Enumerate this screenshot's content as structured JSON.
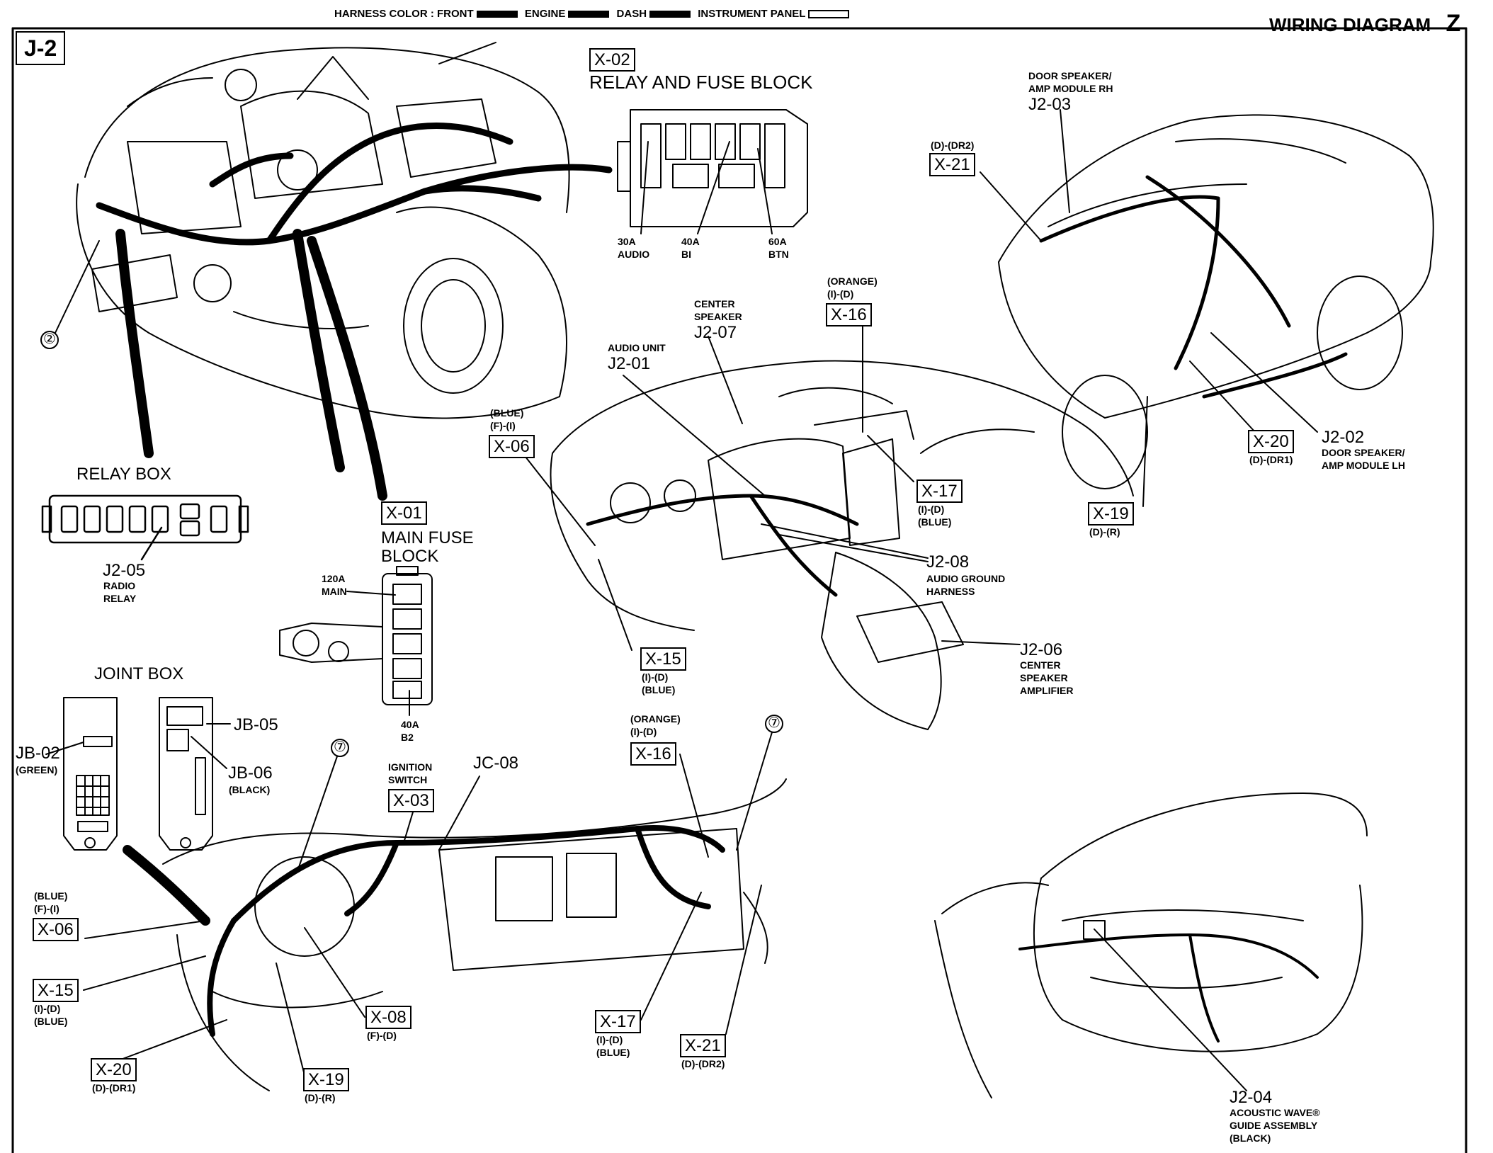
{
  "header": {
    "harness_color_label": "HARNESS COLOR :",
    "front": "FRONT",
    "engine": "ENGINE",
    "dash": "DASH",
    "instrument_panel": "INSTRUMENT PANEL",
    "title": "WIRING DIAGRAM",
    "section": "Z"
  },
  "sheet_label": "J-2",
  "relay_fuse_block": {
    "id": "X-02",
    "title": "RELAY AND FUSE BLOCK",
    "fuse_30a": "30A",
    "fuse_30a_name": "AUDIO",
    "fuse_40a": "40A",
    "fuse_40a_name": "BI",
    "fuse_60a": "60A",
    "fuse_60a_name": "BTN"
  },
  "relay_box": {
    "title": "RELAY BOX",
    "id": "J2-05",
    "name_1": "RADIO",
    "name_2": "RELAY"
  },
  "main_fuse_block": {
    "id": "X-01",
    "title_1": "MAIN FUSE",
    "title_2": "BLOCK",
    "main_rating": "120A",
    "main_name": "MAIN",
    "b2_rating": "40A",
    "b2_name": "B2"
  },
  "joint_box": {
    "title": "JOINT BOX",
    "jb02": "JB-02",
    "jb02_color": "(GREEN)",
    "jb05": "JB-05",
    "jb06": "JB-06",
    "jb06_color": "(BLACK)"
  },
  "engine_bay": {
    "callout_2": "②"
  },
  "dash_view": {
    "x06_color": "(BLUE)",
    "x06_route": "(F)-(I)",
    "x06": "X-06",
    "audio_unit_1": "AUDIO UNIT",
    "audio_unit_id": "J2-01",
    "center_speaker_1": "CENTER",
    "center_speaker_2": "SPEAKER",
    "center_speaker_id": "J2-07",
    "x16_color": "(ORANGE)",
    "x16_route": "(I)-(D)",
    "x16": "X-16",
    "x17": "X-17",
    "x17_route": "(I)-(D)",
    "x17_color": "(BLUE)",
    "j208": "J2-08",
    "j208_name_1": "AUDIO GROUND",
    "j208_name_2": "HARNESS",
    "j206": "J2-06",
    "j206_name_1": "CENTER",
    "j206_name_2": "SPEAKER",
    "j206_name_3": "AMPLIFIER",
    "x15": "X-15",
    "x15_route": "(I)-(D)",
    "x15_color": "(BLUE)"
  },
  "rear_top_view": {
    "door_rh_1": "DOOR SPEAKER/",
    "door_rh_2": "AMP MODULE RH",
    "door_rh_id": "J2-03",
    "x21_route": "(D)-(DR2)",
    "x21": "X-21",
    "x20": "X-20",
    "x20_route": "(D)-(DR1)",
    "j202": "J2-02",
    "door_lh_1": "DOOR SPEAKER/",
    "door_lh_2": "AMP MODULE LH",
    "x19": "X-19",
    "x19_route": "(D)-(R)"
  },
  "instrument_panel_view": {
    "callout_7": "⑦",
    "ignition_1": "IGNITION",
    "ignition_2": "SWITCH",
    "x03": "X-03",
    "jc08": "JC-08",
    "x16_color": "(ORANGE)",
    "x16_route": "(I)-(D)",
    "x16": "X-16",
    "x06_color": "(BLUE)",
    "x06_route": "(F)-(I)",
    "x06": "X-06",
    "x15": "X-15",
    "x15_route": "(I)-(D)",
    "x15_color": "(BLUE)",
    "x08": "X-08",
    "x08_route": "(F)-(D)",
    "x20": "X-20",
    "x20_route": "(D)-(DR1)",
    "x19": "X-19",
    "x19_route": "(D)-(R)",
    "x17": "X-17",
    "x17_route": "(I)-(D)",
    "x17_color": "(BLUE)",
    "x21": "X-21",
    "x21_route": "(D)-(DR2)"
  },
  "rear_trunk_view": {
    "j204": "J2-04",
    "name_1": "ACOUSTIC WAVE®",
    "name_2": "GUIDE ASSEMBLY",
    "color": "(BLACK)"
  }
}
